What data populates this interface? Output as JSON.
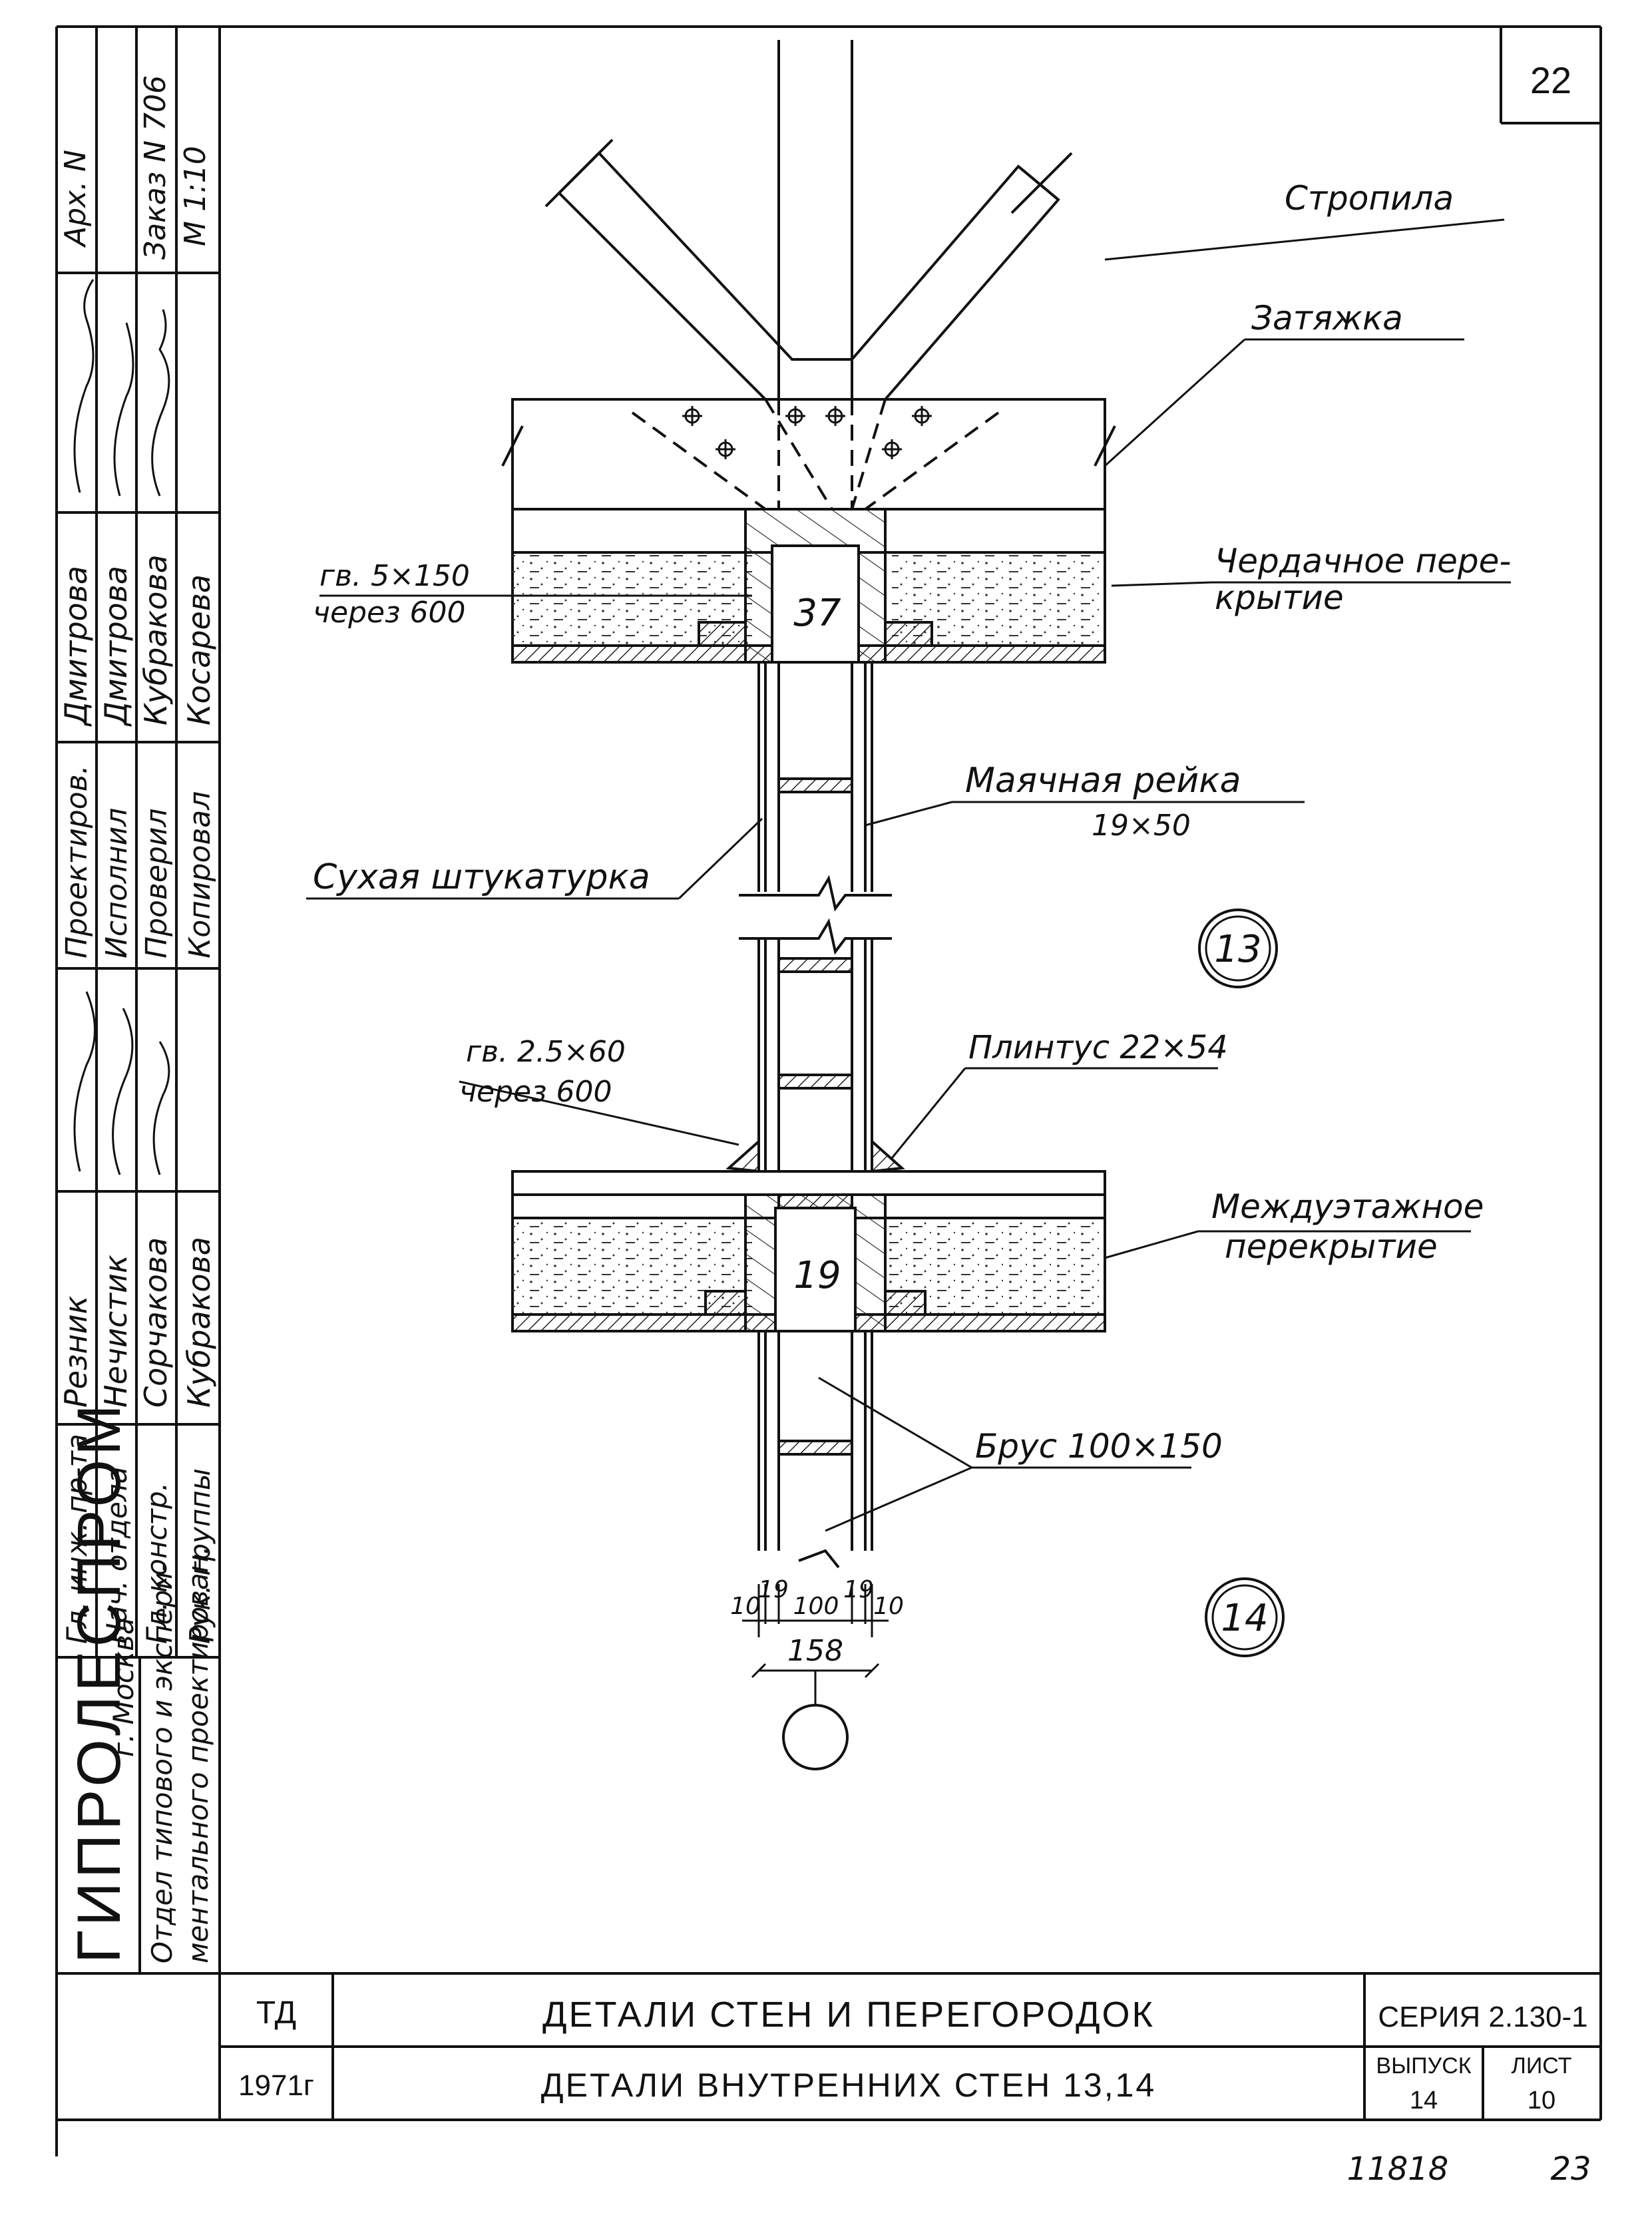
{
  "sheet_number": "22",
  "title_block": {
    "organization": "ГИПРОЛЕСПРОМ",
    "city": "г. Москва",
    "department_line1": "Отдел типового и экспери-",
    "department_line2": "ментального проектирован.",
    "td_label": "ТД",
    "year": "1971г",
    "title_main": "ДЕТАЛИ СТЕН И ПЕРЕГОРОДОК",
    "title_sub": "ДЕТАЛИ ВНУТРЕННИХ СТЕН 13,14",
    "series": "СЕРИЯ 2.130-1",
    "issue_label": "ВЫПУСК",
    "issue_value": "14",
    "sheet_label": "ЛИСТ",
    "sheet_value": "10",
    "bottom_number_left": "11818",
    "bottom_number_right": "23"
  },
  "stamp": {
    "arch_label": "Арх. N",
    "order": "Заказ N 706",
    "scale": "М 1:10",
    "roles": [
      [
        "Гл. инж. пр-та",
        "Нач. отдела",
        "Гл. констр.",
        "Рук. группы"
      ],
      [
        "Проектиров.",
        "Исполнил",
        "Проверил",
        "Копировал"
      ]
    ],
    "names": [
      [
        "Резник",
        "Нечистик",
        "Сорчакова",
        "Кубракова"
      ],
      [
        "Дмитрова",
        "Дмитрова",
        "Кубракова",
        "Косарева"
      ]
    ]
  },
  "labels": {
    "rafters": "Стропила",
    "tie": "Затяжка",
    "attic_floor_1": "Чердачное пере-",
    "attic_floor_2": "крытие",
    "nail_top_1": "гв. 5×150",
    "nail_top_2": "через 600",
    "beacon_rail_1": "Маячная рейка",
    "beacon_rail_2": "19×50",
    "dry_plaster": "Сухая штукатурка",
    "nail_mid_1": "гв. 2.5×60",
    "nail_mid_2": "через 600",
    "plinth": "Плинтус 22×54",
    "interfloor_1": "Междуэтажное",
    "interfloor_2": "перекрытие",
    "beam": "Брус 100×150",
    "mark_37": "37",
    "mark_19": "19",
    "detail_13": "13",
    "detail_14": "14"
  },
  "dimensions": {
    "d1": "10",
    "d2": "19",
    "d3": "100",
    "d4": "19",
    "d5": "10",
    "total": "158"
  }
}
